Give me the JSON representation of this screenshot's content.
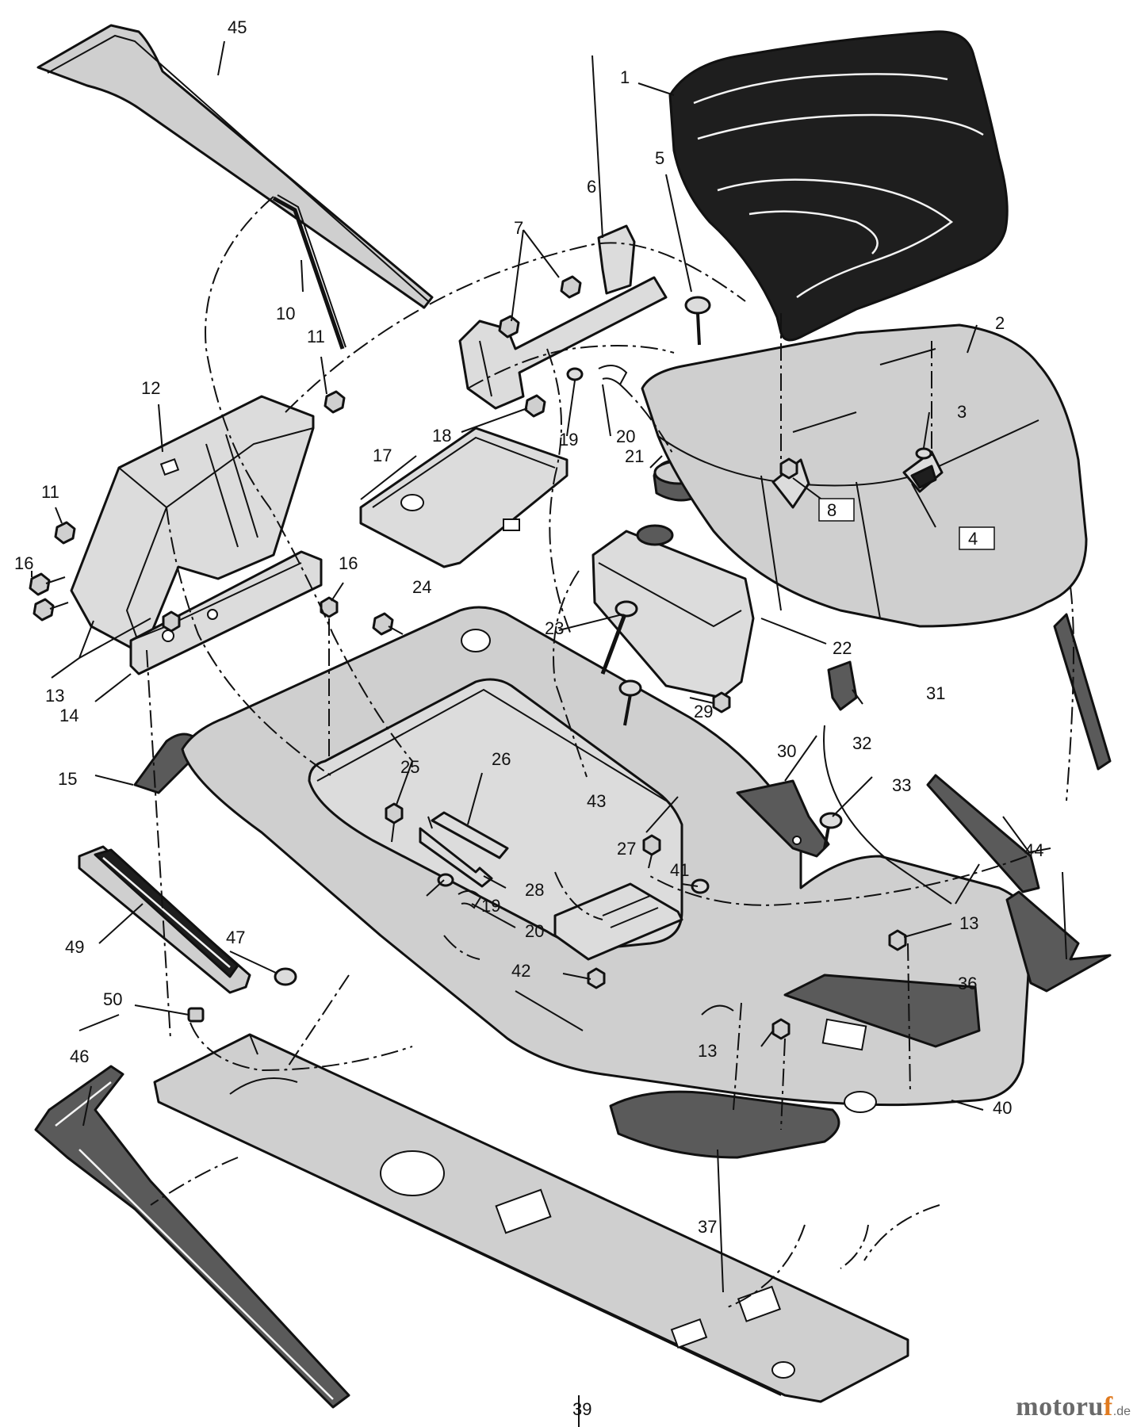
{
  "callouts": [
    {
      "id": "c1",
      "label": "1"
    },
    {
      "id": "c2",
      "label": "2"
    },
    {
      "id": "c3",
      "label": "3"
    },
    {
      "id": "c4",
      "label": "4"
    },
    {
      "id": "c5",
      "label": "5"
    },
    {
      "id": "c6",
      "label": "6"
    },
    {
      "id": "c7",
      "label": "7"
    },
    {
      "id": "c8",
      "label": "8"
    },
    {
      "id": "c10",
      "label": "10"
    },
    {
      "id": "c11a",
      "label": "11"
    },
    {
      "id": "c11b",
      "label": "11"
    },
    {
      "id": "c12",
      "label": "12"
    },
    {
      "id": "c13a",
      "label": "13"
    },
    {
      "id": "c13b",
      "label": "13"
    },
    {
      "id": "c13c",
      "label": "13"
    },
    {
      "id": "c14",
      "label": "14"
    },
    {
      "id": "c15",
      "label": "15"
    },
    {
      "id": "c16a",
      "label": "16"
    },
    {
      "id": "c16b",
      "label": "16"
    },
    {
      "id": "c17",
      "label": "17"
    },
    {
      "id": "c18",
      "label": "18"
    },
    {
      "id": "c19a",
      "label": "19"
    },
    {
      "id": "c19b",
      "label": "19"
    },
    {
      "id": "c20a",
      "label": "20"
    },
    {
      "id": "c20b",
      "label": "20"
    },
    {
      "id": "c21",
      "label": "21"
    },
    {
      "id": "c22",
      "label": "22"
    },
    {
      "id": "c23",
      "label": "23"
    },
    {
      "id": "c24",
      "label": "24"
    },
    {
      "id": "c25",
      "label": "25"
    },
    {
      "id": "c26",
      "label": "26"
    },
    {
      "id": "c27",
      "label": "27"
    },
    {
      "id": "c28",
      "label": "28"
    },
    {
      "id": "c29",
      "label": "29"
    },
    {
      "id": "c30",
      "label": "30"
    },
    {
      "id": "c31",
      "label": "31"
    },
    {
      "id": "c32",
      "label": "32"
    },
    {
      "id": "c33",
      "label": "33"
    },
    {
      "id": "c36",
      "label": "36"
    },
    {
      "id": "c37",
      "label": "37"
    },
    {
      "id": "c39",
      "label": "39"
    },
    {
      "id": "c40",
      "label": "40"
    },
    {
      "id": "c41",
      "label": "41"
    },
    {
      "id": "c42",
      "label": "42"
    },
    {
      "id": "c43",
      "label": "43"
    },
    {
      "id": "c44",
      "label": "44"
    },
    {
      "id": "c45",
      "label": "45"
    },
    {
      "id": "c46",
      "label": "46"
    },
    {
      "id": "c47",
      "label": "47"
    },
    {
      "id": "c49",
      "label": "49"
    },
    {
      "id": "c50",
      "label": "50"
    }
  ],
  "watermark": {
    "main": "motoruf",
    "tld": ".de"
  },
  "colors": {
    "part_fill": "#cfcfcf",
    "seat": "#1e1e1e",
    "mat": "#5a5a5a",
    "outline": "#111111",
    "brand": "#6a6a6a",
    "brand_accent": "#e07a1f"
  }
}
